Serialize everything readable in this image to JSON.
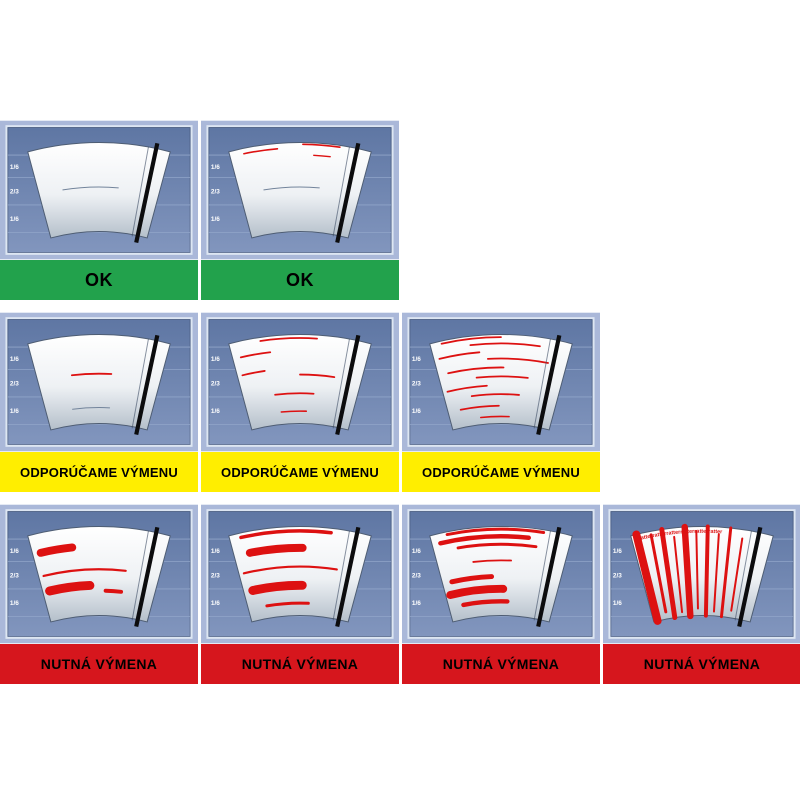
{
  "scale_labels": [
    "1/6",
    "2/3",
    "1/6"
  ],
  "colors": {
    "cell_bg": "#aab8d9",
    "panel_top": "#5e76a3",
    "panel_bottom": "#8296be",
    "panel_border_light": "#dde6f2",
    "panel_border_dark": "#2e3c55",
    "grid_line": "#91a5c9",
    "scale_text": "#ffffff",
    "fan_top": "#ffffff",
    "fan_mid": "#eef1f4",
    "fan_bottom": "#b4bfca",
    "fan_outline": "#4e5d73",
    "blade": "#0c0c0e",
    "streak": "#dd1111",
    "ok": "#22a24c",
    "recommend": "#ffee00",
    "required": "#d6161d",
    "label_text": "#000000"
  },
  "rows": [
    {
      "status": "ok",
      "label": "OK",
      "cells": [
        {
          "id": "ok-1",
          "streaks": [
            {
              "t": 0.5,
              "a1": 0.2,
              "a2": 0.66,
              "w": 1,
              "c": "#73849b"
            }
          ]
        },
        {
          "id": "ok-2",
          "streaks": [
            {
              "t": 0.5,
              "a1": 0.2,
              "a2": 0.66,
              "w": 1,
              "c": "#73849b"
            },
            {
              "t": 0.94,
              "a1": 0.1,
              "a2": 0.34,
              "w": 1.6
            },
            {
              "t": 0.98,
              "a1": 0.52,
              "a2": 0.78,
              "w": 1.6
            },
            {
              "t": 0.86,
              "a1": 0.6,
              "a2": 0.72,
              "w": 1.4
            }
          ]
        }
      ]
    },
    {
      "status": "recommend",
      "label": "ODPORÚČAME VÝMENU",
      "cells": [
        {
          "id": "rec-1",
          "streaks": [
            {
              "t": 0.18,
              "a1": 0.25,
              "a2": 0.6,
              "w": 1,
              "c": "#73849b"
            },
            {
              "t": 0.56,
              "a1": 0.28,
              "a2": 0.6,
              "w": 1.8
            }
          ]
        },
        {
          "id": "rec-2",
          "streaks": [
            {
              "t": 0.96,
              "a1": 0.22,
              "a2": 0.62,
              "w": 1.8
            },
            {
              "t": 0.82,
              "a1": 0.06,
              "a2": 0.28,
              "w": 1.8
            },
            {
              "t": 0.62,
              "a1": 0.04,
              "a2": 0.22,
              "w": 1.8
            },
            {
              "t": 0.55,
              "a1": 0.5,
              "a2": 0.78,
              "w": 1.8
            },
            {
              "t": 0.34,
              "a1": 0.28,
              "a2": 0.62,
              "w": 1.8
            },
            {
              "t": 0.14,
              "a1": 0.32,
              "a2": 0.56,
              "w": 1.6
            }
          ]
        },
        {
          "id": "rec-3",
          "streaks": [
            {
              "t": 0.97,
              "a1": 0.08,
              "a2": 0.5,
              "w": 1.8
            },
            {
              "t": 0.9,
              "a1": 0.28,
              "a2": 0.78,
              "w": 1.8
            },
            {
              "t": 0.81,
              "a1": 0.04,
              "a2": 0.34,
              "w": 1.8
            },
            {
              "t": 0.73,
              "a1": 0.4,
              "a2": 0.86,
              "w": 1.8
            },
            {
              "t": 0.63,
              "a1": 0.08,
              "a2": 0.52,
              "w": 1.8
            },
            {
              "t": 0.53,
              "a1": 0.3,
              "a2": 0.72,
              "w": 1.8
            },
            {
              "t": 0.43,
              "a1": 0.04,
              "a2": 0.38,
              "w": 1.8
            },
            {
              "t": 0.33,
              "a1": 0.24,
              "a2": 0.66,
              "w": 1.8
            },
            {
              "t": 0.2,
              "a1": 0.12,
              "a2": 0.48,
              "w": 1.8
            },
            {
              "t": 0.08,
              "a1": 0.3,
              "a2": 0.58,
              "w": 1.6
            }
          ]
        }
      ]
    },
    {
      "status": "required",
      "label": "NUTNÁ VÝMENA",
      "cells": [
        {
          "id": "req-1",
          "streaks": [
            {
              "t": 0.78,
              "a1": 0.06,
              "a2": 0.3,
              "w": 8
            },
            {
              "t": 0.52,
              "a1": 0.04,
              "a2": 0.72,
              "w": 2.2
            },
            {
              "t": 0.34,
              "a1": 0.06,
              "a2": 0.42,
              "w": 9
            },
            {
              "t": 0.28,
              "a1": 0.56,
              "a2": 0.7,
              "w": 4
            }
          ]
        },
        {
          "id": "req-2",
          "streaks": [
            {
              "t": 0.95,
              "a1": 0.08,
              "a2": 0.72,
              "w": 3.5
            },
            {
              "t": 0.76,
              "a1": 0.12,
              "a2": 0.52,
              "w": 8
            },
            {
              "t": 0.55,
              "a1": 0.04,
              "a2": 0.8,
              "w": 2.2
            },
            {
              "t": 0.34,
              "a1": 0.08,
              "a2": 0.52,
              "w": 9
            },
            {
              "t": 0.14,
              "a1": 0.18,
              "a2": 0.58,
              "w": 3
            }
          ]
        },
        {
          "id": "req-3",
          "streaks": [
            {
              "t": 0.97,
              "a1": 0.12,
              "a2": 0.8,
              "w": 3
            },
            {
              "t": 0.89,
              "a1": 0.06,
              "a2": 0.7,
              "w": 4.5
            },
            {
              "t": 0.8,
              "a1": 0.18,
              "a2": 0.76,
              "w": 3
            },
            {
              "t": 0.62,
              "a1": 0.28,
              "a2": 0.58,
              "w": 1.8
            },
            {
              "t": 0.44,
              "a1": 0.08,
              "a2": 0.42,
              "w": 5
            },
            {
              "t": 0.3,
              "a1": 0.04,
              "a2": 0.52,
              "w": 8
            },
            {
              "t": 0.16,
              "a1": 0.14,
              "a2": 0.56,
              "w": 4.5
            }
          ]
        },
        {
          "id": "req-4",
          "top_text": "ratterratterratterratterratterratter",
          "streaks": [],
          "rays": [
            {
              "a": 0.04,
              "t1": 0.0,
              "t2": 1.0,
              "w": 8
            },
            {
              "a": 0.14,
              "t1": 0.08,
              "t2": 0.96,
              "w": 3
            },
            {
              "a": 0.22,
              "t1": 0.0,
              "t2": 1.0,
              "w": 5
            },
            {
              "a": 0.3,
              "t1": 0.05,
              "t2": 0.9,
              "w": 2
            },
            {
              "a": 0.38,
              "t1": 0.0,
              "t2": 1.0,
              "w": 6.5
            },
            {
              "a": 0.46,
              "t1": 0.08,
              "t2": 0.95,
              "w": 2
            },
            {
              "a": 0.54,
              "t1": 0.0,
              "t2": 1.0,
              "w": 4
            },
            {
              "a": 0.62,
              "t1": 0.05,
              "t2": 0.92,
              "w": 2
            },
            {
              "a": 0.7,
              "t1": 0.0,
              "t2": 1.0,
              "w": 3
            },
            {
              "a": 0.79,
              "t1": 0.08,
              "t2": 0.9,
              "w": 2
            }
          ]
        }
      ]
    }
  ]
}
